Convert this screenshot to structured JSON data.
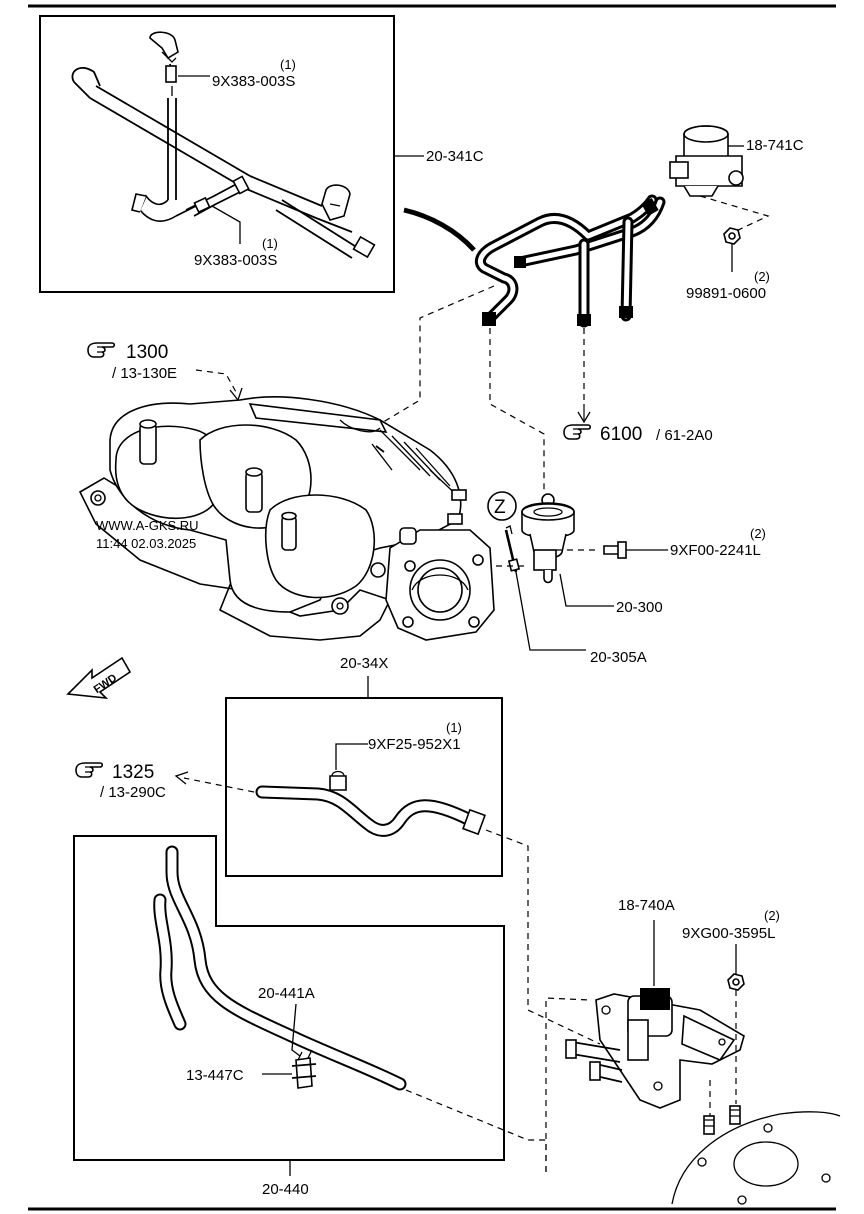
{
  "diagram": {
    "watermark": {
      "line1": "WWW.A-GKS.RU",
      "line2": "11:44 02.03.2025"
    },
    "parts": {
      "p_20_341C": "20-341C",
      "p_9X383_top": "9X383-003S",
      "p_9X383_top_qty": "(1)",
      "p_9X383_bot": "9X383-003S",
      "p_9X383_bot_qty": "(1)",
      "p_18_741C": "18-741C",
      "p_99891": "99891-0600",
      "p_99891_qty": "(2)",
      "p_9XF00": "9XF00-2241L",
      "p_9XF00_qty": "(2)",
      "p_20_300": "20-300",
      "p_20_305A": "20-305A",
      "p_20_34X": "20-34X",
      "p_9XF25": "9XF25-952X1",
      "p_9XF25_qty": "(1)",
      "p_18_740A": "18-740A",
      "p_9XG00": "9XG00-3595L",
      "p_9XG00_qty": "(2)",
      "p_20_441A": "20-441A",
      "p_13_447C": "13-447C",
      "p_20_440": "20-440"
    },
    "refs": {
      "r1300": "1300",
      "r1300_sub": "/ 13-130E",
      "r6100": "6100",
      "r6100_sub": "/ 61-2A0",
      "r1325": "1325",
      "r1325_sub": "/ 13-290C"
    },
    "markers": {
      "z_marker": "Z",
      "fwd_label": "FWD"
    },
    "icons": [
      "hand-pointer-icon",
      "fwd-arrow-icon"
    ]
  }
}
